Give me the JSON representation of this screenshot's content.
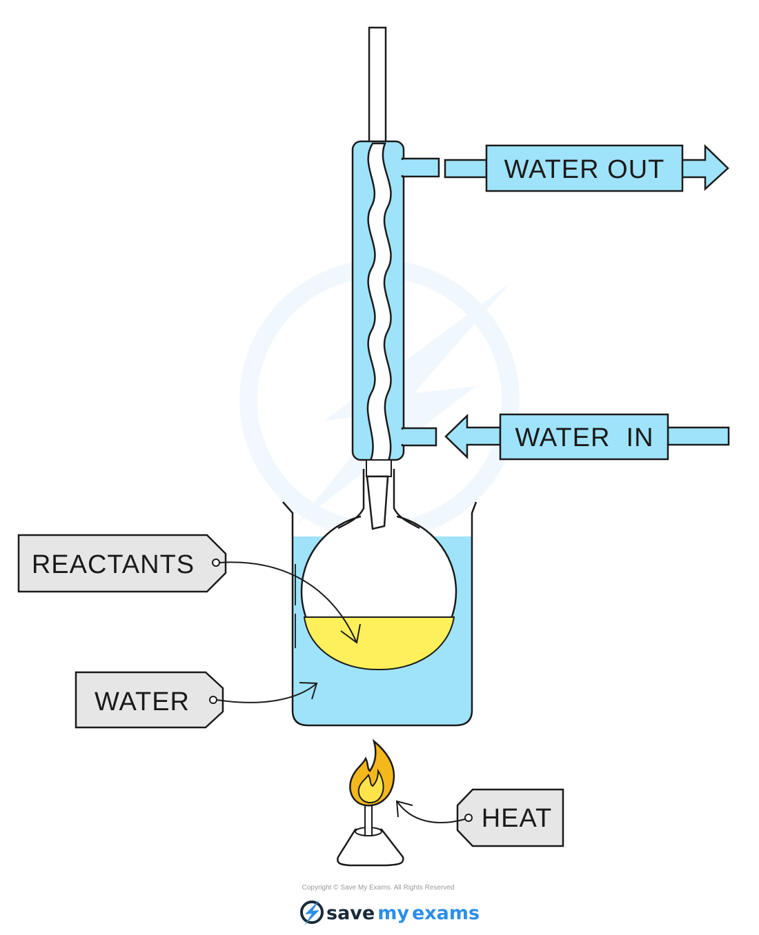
{
  "labels": {
    "water_out": "WATER OUT",
    "water_in": "WATER  IN",
    "reactants": "REACTANTS",
    "water": "WATER",
    "heat": "HEAT"
  },
  "footer": {
    "copyright": "Copyright © Save My Exams. All Rights Reserved",
    "brand_part1": "save",
    "brand_part2": "my",
    "brand_part3": "exams"
  },
  "colors": {
    "water_blue": "#9fe3fb",
    "reactant_yellow": "#fdf05a",
    "flame_orange": "#f5b81c",
    "flame_yellow": "#fde34a",
    "tag_grey": "#e6e6e6",
    "outline": "#1a1a1a",
    "brand_dark": "#1a2a3a",
    "brand_blue": "#2b8fe6"
  }
}
